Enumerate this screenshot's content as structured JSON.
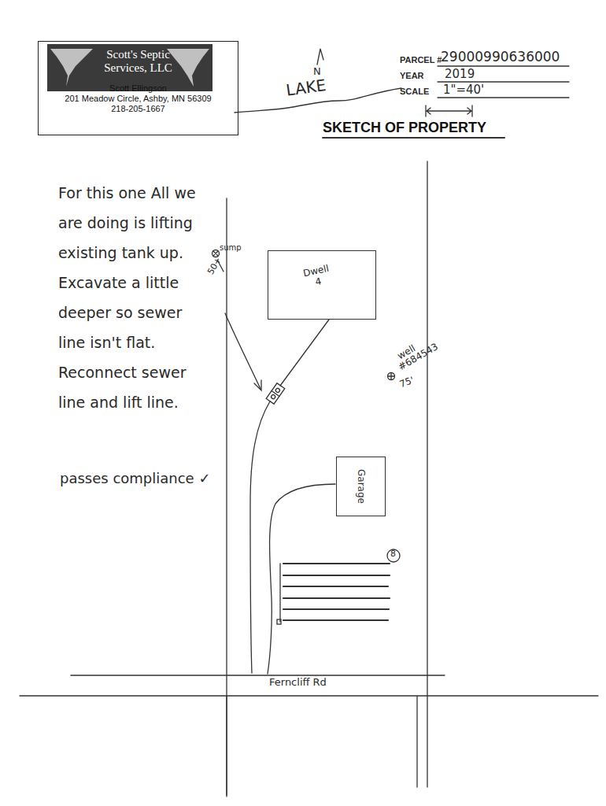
{
  "diagram": {
    "title": "SKETCH OF PROPERTY",
    "nodes": [
      {
        "text": [
          "Scott's Septic Services, LLC",
          "Scott Ellingson",
          "201 Meadow Circle, Ashby, MN 56309",
          "218-205-1667"
        ]
      },
      {
        "text": [
          "Dwell 4"
        ]
      },
      {
        "text": [
          "Garage"
        ]
      }
    ],
    "labels": [
      "N",
      "LAKE",
      "PARCEL #",
      "29000990636000",
      "YEAR",
      "2019",
      "SCALE",
      "1\"=40'",
      "For this one All we are doing is lifting existing tank up. Excavate a little deeper so sewer line isn't flat. Reconnect sewer line and lift line.",
      "passes compliance ✓",
      "sump",
      "50+",
      "well",
      "#684543",
      "75'",
      "8",
      "Ferncliff Rd"
    ]
  }
}
